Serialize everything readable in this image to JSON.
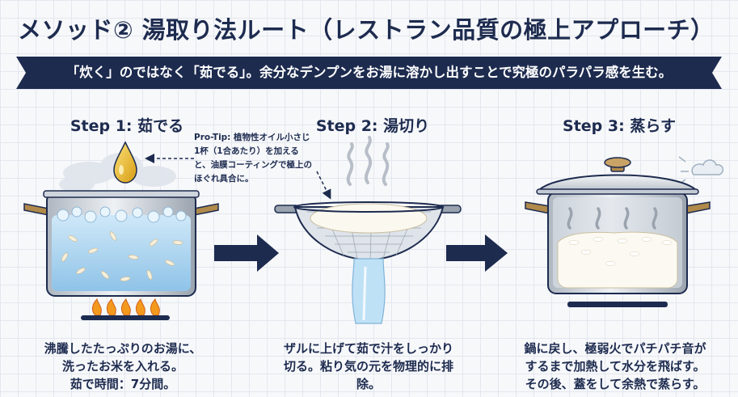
{
  "title": "メソッド② 湯取り法ルート（レストラン品質の極上アプローチ）",
  "banner": "「炊く」のではなく「茹でる」。余分なデンプンをお湯に溶かし出すことで究極のパラパラ感を生む。",
  "steps": [
    {
      "title": "Step 1: 茹でる",
      "desc": [
        "沸騰したたっぷりのお湯に、",
        "洗ったお米を入れる。",
        "茹で時間：7分間。"
      ]
    },
    {
      "title": "Step 2: 湯切り",
      "desc": [
        "ザルに上げて茹で汁をしっかり",
        "切る。粘り気の元を物理的に排",
        "除。"
      ]
    },
    {
      "title": "Step 3: 蒸らす",
      "desc": [
        "鍋に戻し、極弱火でパチパチ音が",
        "するまで加熱して水分を飛ばす。",
        "その後、蓋をして余熱で蒸らす。"
      ]
    }
  ],
  "protip": "Pro-Tip: 植物性オイル小さじ1杯（1合あたり）を加えると、油膜コーティングで極上のほぐれ具合に。",
  "colors": {
    "navy": "#1d2b4f",
    "water": "#a9d4f0",
    "flame": "#f39a1e",
    "oil": "#e8b820",
    "pot_handle": "#b08a4a"
  }
}
